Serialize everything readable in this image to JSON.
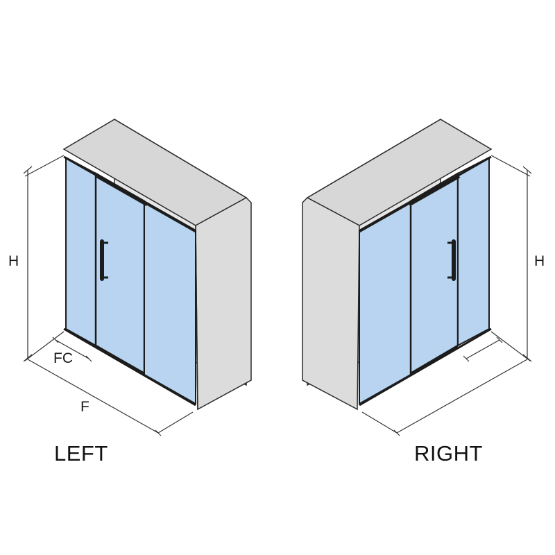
{
  "diagrams": {
    "left": {
      "caption": "LEFT",
      "labels": {
        "height": "H",
        "fixed_panel": "FC",
        "front": "F"
      }
    },
    "right": {
      "caption": "RIGHT",
      "labels": {
        "height": "H"
      }
    }
  },
  "colors": {
    "glass": "#b8d4f0",
    "wall_side": "#dcdcdc",
    "wall_back": "#e6e6e6",
    "wall_top": "#d7d7d7",
    "frame": "#1c1c1c",
    "dimension_line": "#333333"
  }
}
